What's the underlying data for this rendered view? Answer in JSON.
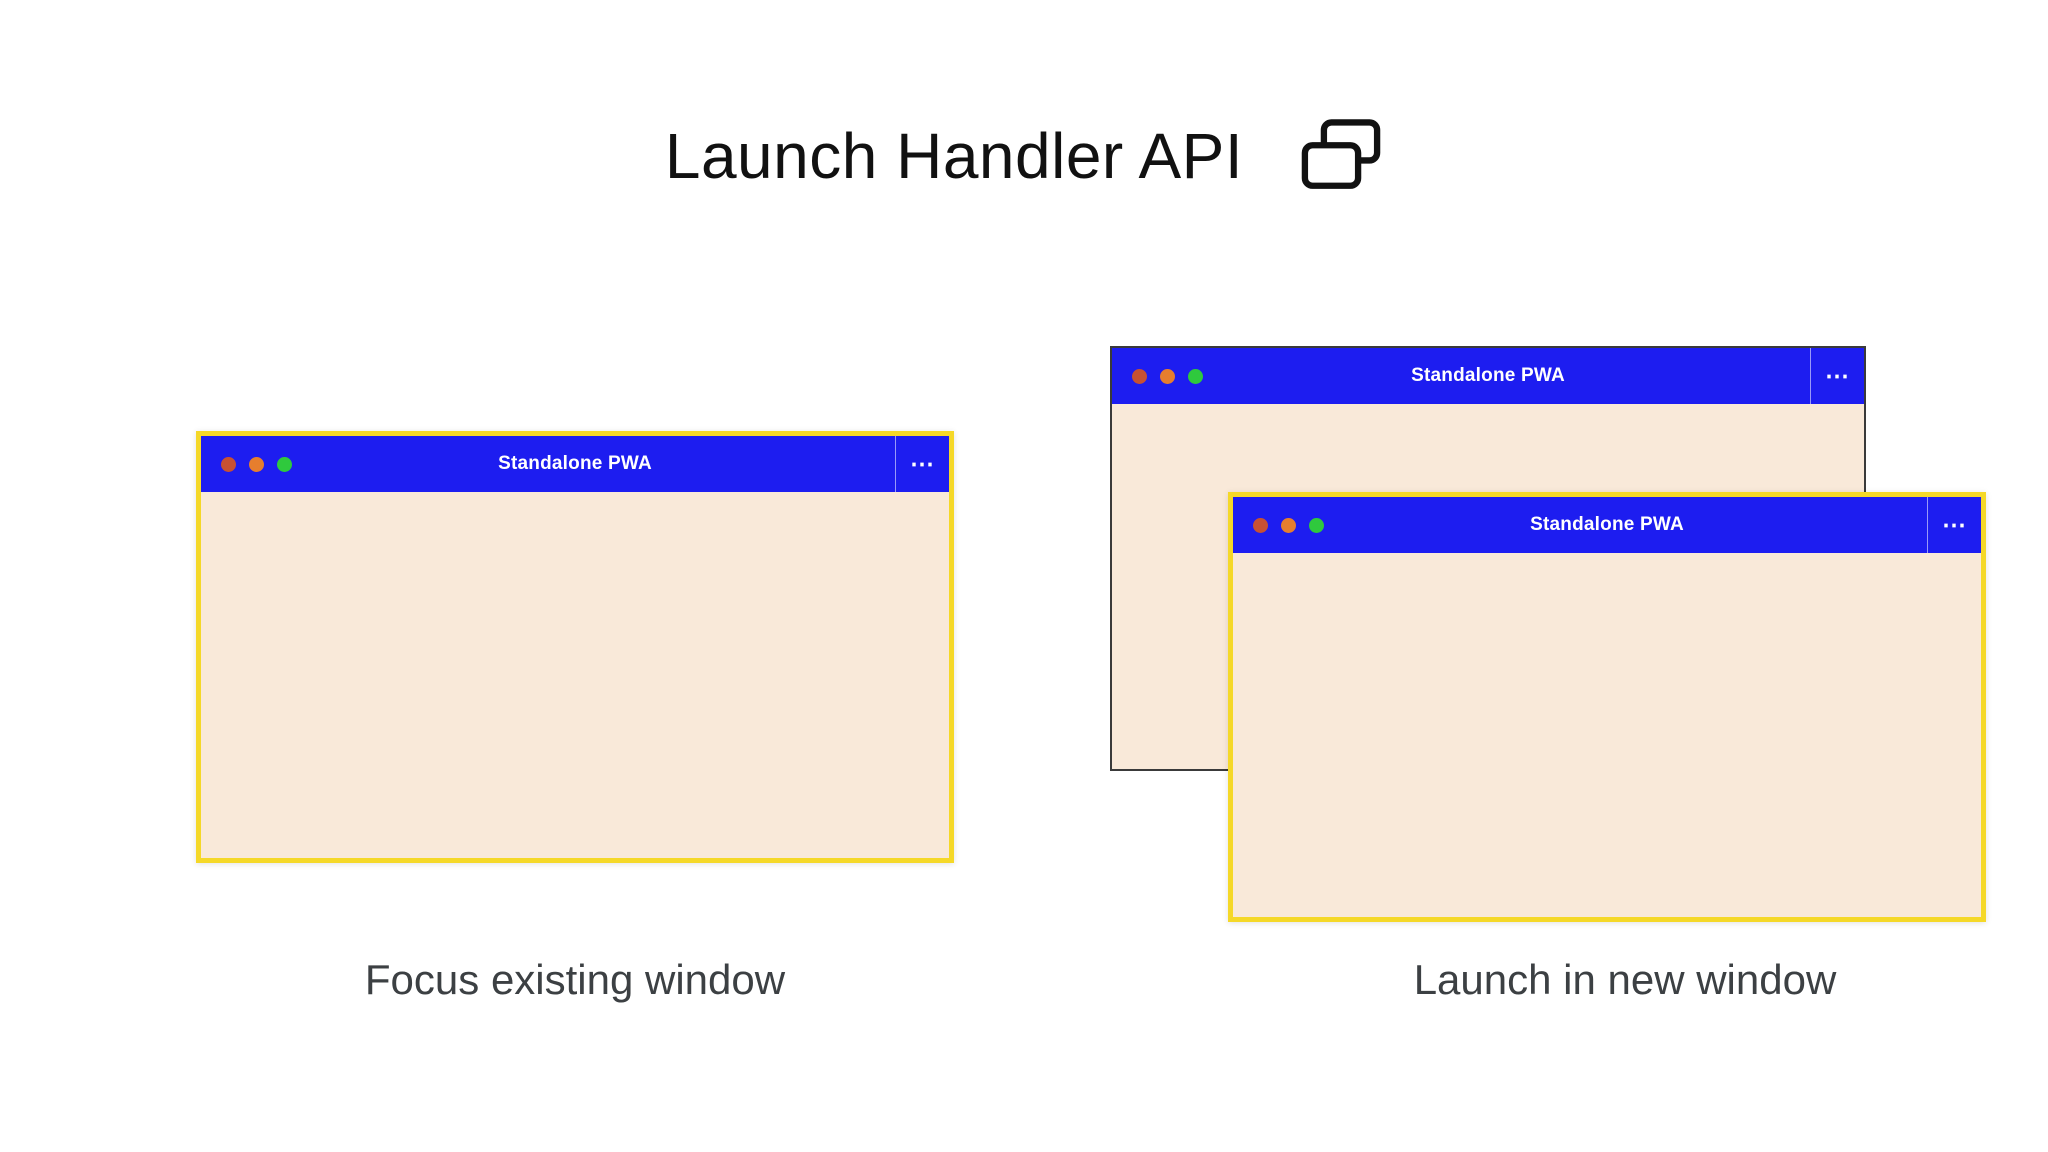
{
  "header": {
    "title": "Launch Handler API",
    "icon": "overlapping-windows-icon"
  },
  "windows": {
    "left": {
      "title": "Standalone PWA",
      "menu_glyph": "⋯"
    },
    "right_back": {
      "title": "Standalone PWA",
      "menu_glyph": "⋯"
    },
    "right_front": {
      "title": "Standalone PWA",
      "menu_glyph": "⋯"
    }
  },
  "captions": {
    "left": "Focus existing window",
    "right": "Launch in new window"
  },
  "colors": {
    "titlebar_blue": "#1d1df0",
    "window_body": "#f9e9d9",
    "highlight_border": "#f5d828",
    "back_window_border": "#3a3a3a",
    "dot_red": "#c75133",
    "dot_orange": "#e67e2e",
    "dot_green": "#2fc93d",
    "title_text": "#ffffff",
    "heading_text": "#111111",
    "caption_text": "#3c4043"
  }
}
